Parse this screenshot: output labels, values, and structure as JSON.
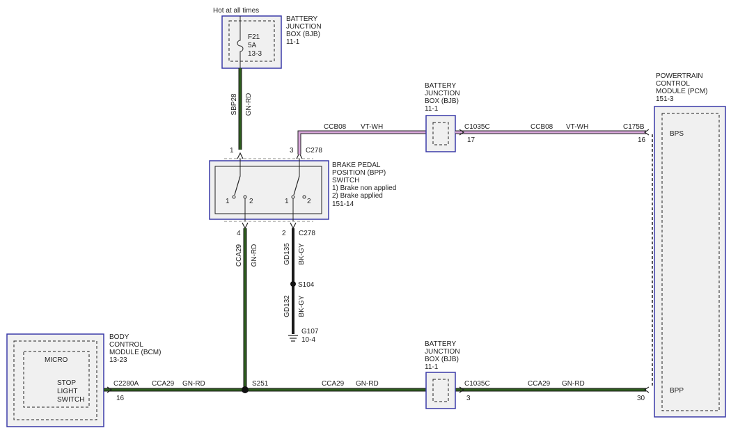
{
  "colors": {
    "wire_green": "#2e5e1e",
    "wire_violet": "#d7a6d9",
    "wire_black": "#1a1a1a",
    "module_border": "#3a3aa8",
    "module_fill": "#f0f0f0"
  },
  "fuse_box": {
    "hot_label": "Hot at all times",
    "title": [
      "BATTERY",
      "JUNCTION",
      "BOX (BJB)",
      "11-1"
    ],
    "fuse": [
      "F21",
      "5A",
      "13-3"
    ]
  },
  "bjb_upper": {
    "title": [
      "BATTERY",
      "JUNCTION",
      "BOX (BJB)",
      "11-1"
    ]
  },
  "bjb_lower": {
    "title": [
      "BATTERY",
      "JUNCTION",
      "BOX (BJB)",
      "11-1"
    ]
  },
  "pcm": {
    "title": [
      "POWERTRAIN",
      "CONTROL",
      "MODULE (PCM)",
      "151-3"
    ],
    "pin_bps": "BPS",
    "pin_bpp": "BPP"
  },
  "bpp_switch": {
    "title": [
      "BRAKE PEDAL",
      "POSITION (BPP)",
      "SWITCH",
      "1) Brake non applied",
      "2) Brake applied",
      "151-14"
    ],
    "contact_labels": [
      "1",
      "2",
      "1",
      "2"
    ]
  },
  "bcm": {
    "title": [
      "BODY",
      "CONTROL",
      "MODULE (BCM)",
      "13-23"
    ],
    "micro": "MICRO",
    "stop_switch": [
      "STOP",
      "LIGHT",
      "SWITCH"
    ]
  },
  "wires": {
    "sbp28": {
      "circuit": "SBP28",
      "color": "GN-RD"
    },
    "ccb08_a": {
      "circuit": "CCB08",
      "color": "VT-WH"
    },
    "ccb08_b": {
      "circuit": "CCB08",
      "color": "VT-WH"
    },
    "cca29_vert": {
      "circuit": "CCA29",
      "color": "GN-RD"
    },
    "gd135": {
      "circuit": "GD135",
      "color": "BK-GY"
    },
    "gd132": {
      "circuit": "GD132",
      "color": "BK-GY"
    },
    "cca29_a": {
      "circuit": "CCA29",
      "color": "GN-RD"
    },
    "cca29_b": {
      "circuit": "CCA29",
      "color": "GN-RD"
    },
    "cca29_c": {
      "circuit": "CCA29",
      "color": "GN-RD"
    }
  },
  "connectors": {
    "c278_top": {
      "name": "C278",
      "pin1": "1",
      "pin3": "3"
    },
    "c278_bottom": {
      "name": "C278",
      "pin4": "4",
      "pin2": "2"
    },
    "c1035c_upper": {
      "name": "C1035C",
      "pin": "17"
    },
    "c175b": {
      "name": "C175B",
      "pin": "16"
    },
    "c1035c_lower": {
      "name": "C1035C",
      "pin": "3"
    },
    "c175b_lower_pin": "30",
    "c2280a": {
      "name": "C2280A",
      "pin": "16"
    }
  },
  "splices": {
    "s104": "S104",
    "s251": "S251"
  },
  "ground": {
    "name": "G107",
    "ref": "10-4"
  }
}
